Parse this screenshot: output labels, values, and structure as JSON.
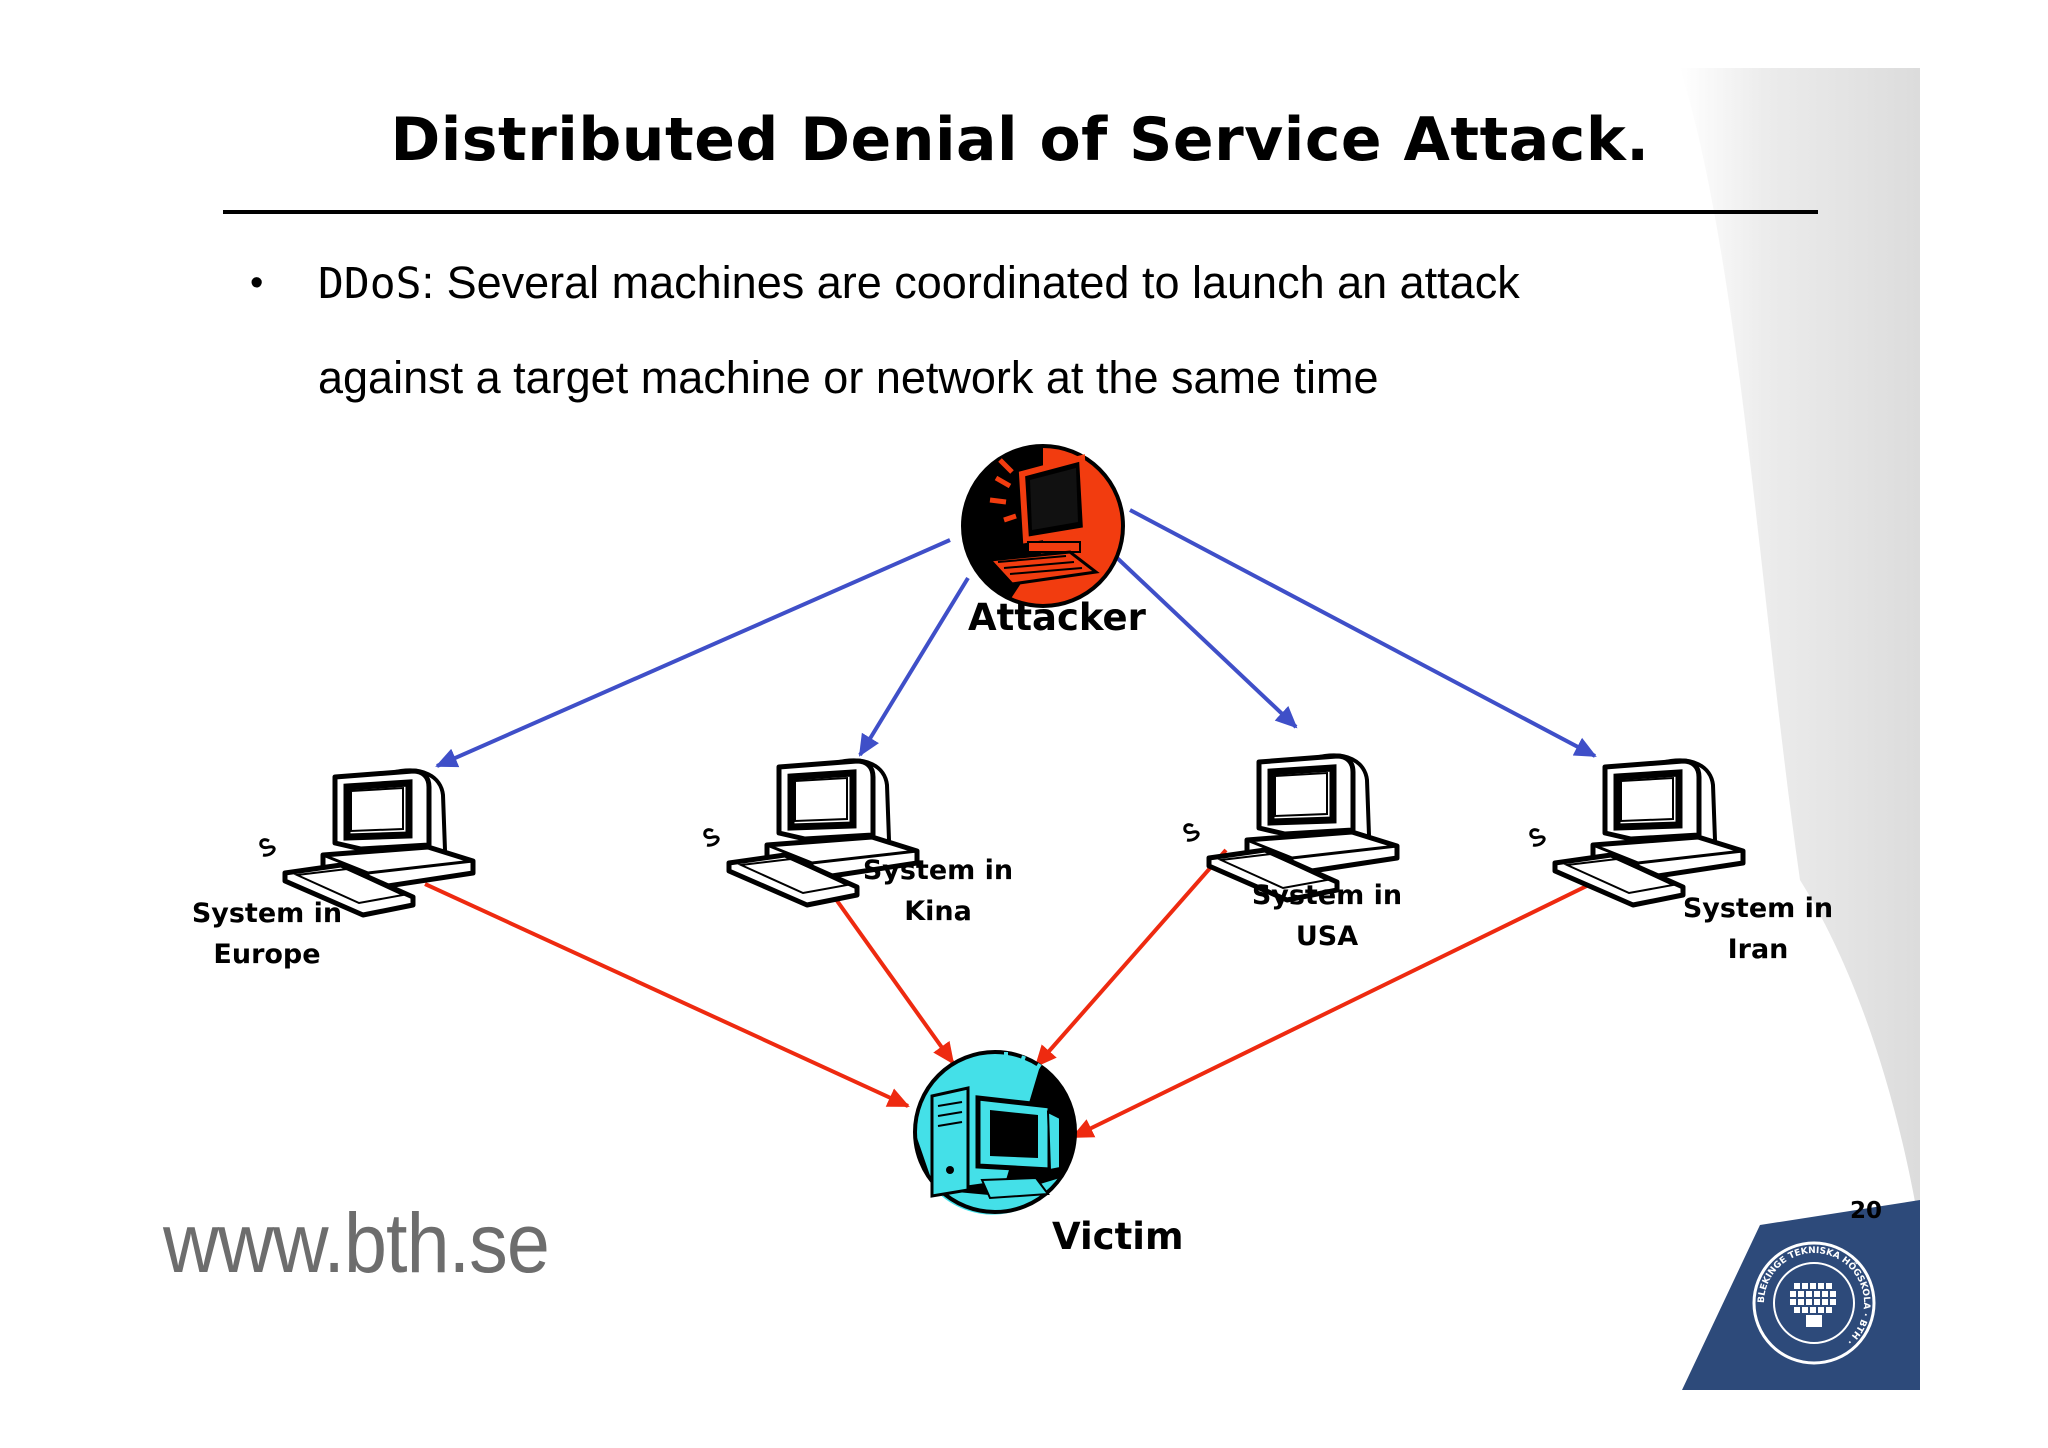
{
  "slide": {
    "title": "Distributed Denial of Service Attack.",
    "bullet": {
      "term": "DDoS",
      "line1_rest": ": Several machines are coordinated to launch an attack",
      "line2": "against a target machine or network at the same time"
    },
    "page_number": "20",
    "website": "www.bth.se"
  },
  "diagram": {
    "attacker": {
      "label": "Attacker",
      "color": "#f23c0f"
    },
    "victim": {
      "label": "Victim",
      "color": "#44e0e8"
    },
    "systems": [
      {
        "line1": "System in",
        "line2": "Europe"
      },
      {
        "line1": "System in",
        "line2": "Kina"
      },
      {
        "line1": "System in",
        "line2": "USA"
      },
      {
        "line1": "System in",
        "line2": "Iran"
      }
    ],
    "command_arrow_color": "#3f4fc8",
    "attack_arrow_color": "#ee2a10"
  },
  "logo": {
    "text": "BLEKINGE TEKNISKA HÖGSKOLA · BTH ·",
    "color": "#2d4a7a"
  }
}
